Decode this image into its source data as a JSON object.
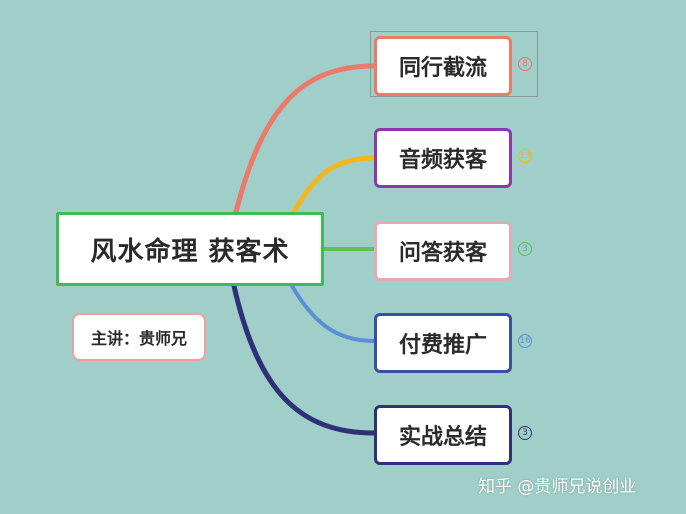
{
  "root": {
    "label": "风水命理 获客术"
  },
  "subtitle": {
    "label": "主讲：贵师兄"
  },
  "branches": [
    {
      "label": "同行截流",
      "badge": "8",
      "color": "#ec7a6a"
    },
    {
      "label": "音频获客",
      "badge": "13",
      "color": "#f2b81c"
    },
    {
      "label": "问答获客",
      "badge": "3",
      "color": "#5cc25a"
    },
    {
      "label": "付费推广",
      "badge": "16",
      "color": "#5a8fd8"
    },
    {
      "label": "实战总结",
      "badge": "3",
      "color": "#2f3177"
    }
  ],
  "watermark": {
    "text": "知乎 @贵师兄说创业"
  }
}
